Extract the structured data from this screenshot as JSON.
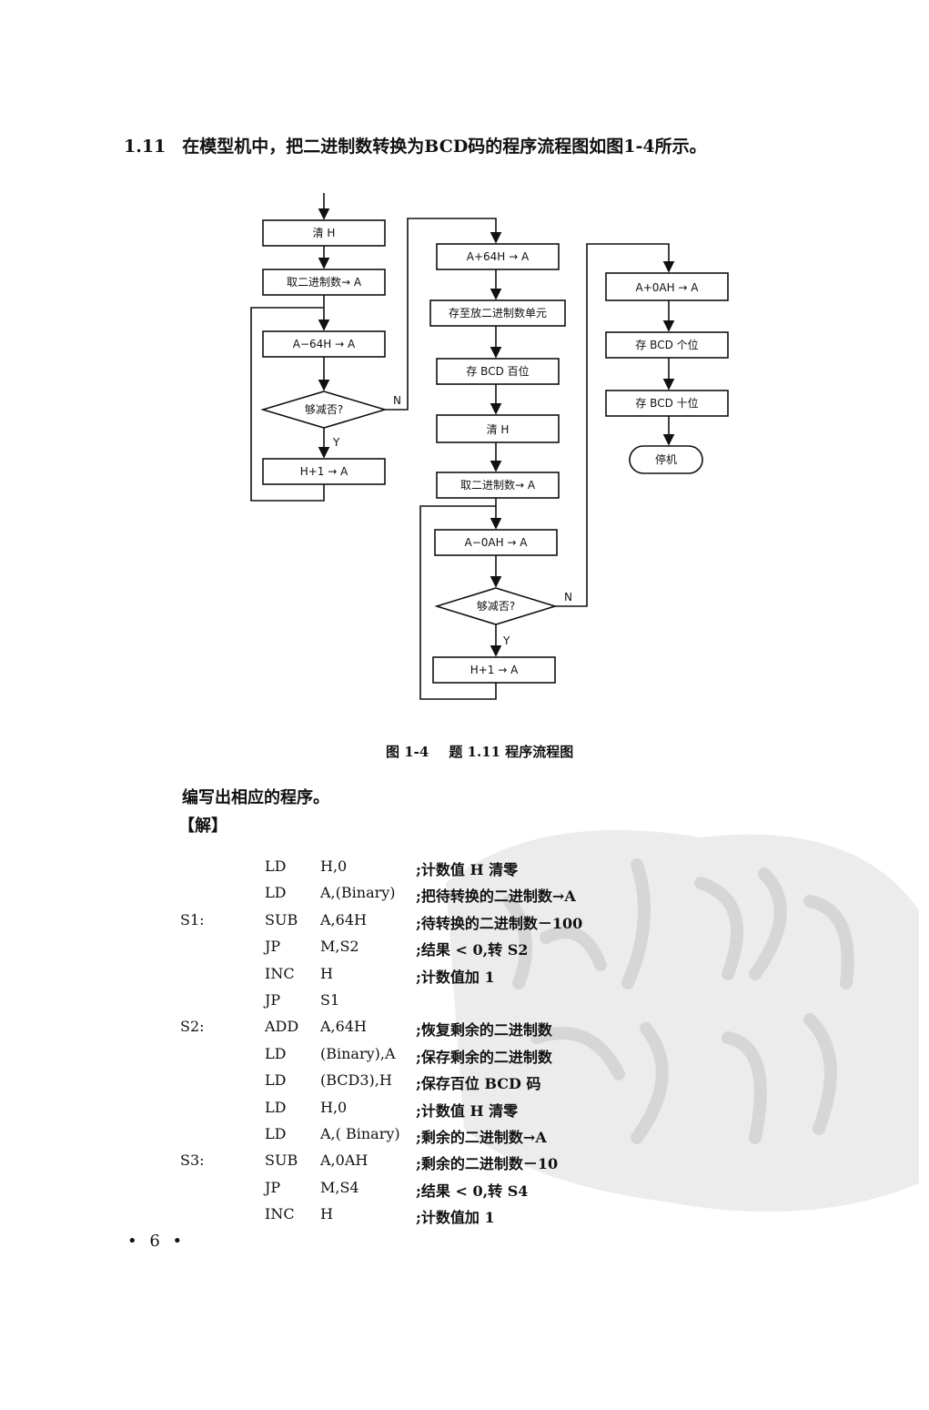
{
  "problem": {
    "number": "1.11",
    "text": "在模型机中，把二进制数转换为BCD码的程序流程图如图1-4所示。"
  },
  "flowchart": {
    "col1": {
      "clear_h": "清 H",
      "load_a": "取二进制数→ A",
      "sub_64": "A−64H → A",
      "decision": "够减否?",
      "yes": "Y",
      "no": "N",
      "inc_h": "H+1 → A"
    },
    "col2": {
      "add_64": "A+64H → A",
      "store_binary": "存至放二进制数单元",
      "store_hundreds": "存 BCD 百位",
      "clear_h": "清 H",
      "load_a": "取二进制数→ A",
      "sub_0a": "A−0AH → A",
      "decision": "够减否?",
      "yes": "Y",
      "no": "N",
      "inc_h": "H+1 → A"
    },
    "col3": {
      "add_0a": "A+0AH → A",
      "store_ones": "存 BCD 个位",
      "store_tens": "存 BCD 十位",
      "stop": "停机"
    }
  },
  "caption": {
    "label": "图 1-4",
    "title": "题 1.11 程序流程图"
  },
  "instruction": "编写出相应的程序。",
  "solution_label": "【解】",
  "code": [
    {
      "label": "",
      "op": "LD",
      "arg": "H,0",
      "comment": ";计数值 H 清零"
    },
    {
      "label": "",
      "op": "LD",
      "arg": "A,(Binary)",
      "comment": ";把待转换的二进制数→A"
    },
    {
      "label": "S1:",
      "op": "SUB",
      "arg": "A,64H",
      "comment": ";待转换的二进制数－100"
    },
    {
      "label": "",
      "op": "JP",
      "arg": "M,S2",
      "comment": ";结果 < 0,转 S2"
    },
    {
      "label": "",
      "op": "INC",
      "arg": "H",
      "comment": ";计数值加 1"
    },
    {
      "label": "",
      "op": "JP",
      "arg": "S1",
      "comment": ""
    },
    {
      "label": "S2:",
      "op": "ADD",
      "arg": "A,64H",
      "comment": ";恢复剩余的二进制数"
    },
    {
      "label": "",
      "op": "LD",
      "arg": "(Binary),A",
      "comment": ";保存剩余的二进制数"
    },
    {
      "label": "",
      "op": "LD",
      "arg": "(BCD3),H",
      "comment": ";保存百位 BCD 码"
    },
    {
      "label": "",
      "op": "LD",
      "arg": "H,0",
      "comment": ";计数值 H 清零"
    },
    {
      "label": "",
      "op": "LD",
      "arg": "A,( Binary)",
      "comment": ";剩余的二进制数→A"
    },
    {
      "label": "S3:",
      "op": "SUB",
      "arg": "A,0AH",
      "comment": ";剩余的二进制数－10"
    },
    {
      "label": "",
      "op": "JP",
      "arg": "M,S4",
      "comment": ";结果 < 0,转 S4"
    },
    {
      "label": "",
      "op": "INC",
      "arg": "H",
      "comment": ";计数值加 1"
    }
  ],
  "page_number": "• 6 •"
}
